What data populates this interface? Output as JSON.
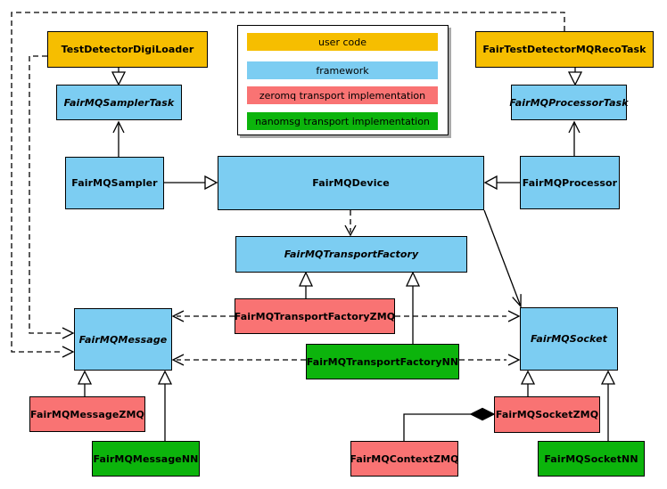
{
  "palette": {
    "user_code": "#F6BE00",
    "framework": "#7CCDF2",
    "zeromq": "#F97373",
    "nanomsg": "#0CB40C"
  },
  "legend": {
    "items": [
      {
        "label": "user code",
        "colorKey": "user_code"
      },
      {
        "label": "framework",
        "colorKey": "framework"
      },
      {
        "label": "zeromq transport implementation",
        "colorKey": "zeromq"
      },
      {
        "label": "nanomsg transport implementation",
        "colorKey": "nanomsg"
      }
    ]
  },
  "nodes": {
    "testDetectorDigiLoader": {
      "label": "TestDetectorDigiLoader",
      "category": "user_code"
    },
    "fairTestDetectorMQRecoTask": {
      "label": "FairTestDetectorMQRecoTask",
      "category": "user_code"
    },
    "fairMQSamplerTask": {
      "label": "FairMQSamplerTask",
      "category": "framework",
      "abstract": true
    },
    "fairMQProcessorTask": {
      "label": "FairMQProcessorTask",
      "category": "framework",
      "abstract": true
    },
    "fairMQSampler": {
      "label": "FairMQSampler",
      "category": "framework"
    },
    "fairMQDevice": {
      "label": "FairMQDevice",
      "category": "framework"
    },
    "fairMQProcessor": {
      "label": "FairMQProcessor",
      "category": "framework"
    },
    "fairMQTransportFactory": {
      "label": "FairMQTransportFactory",
      "category": "framework",
      "abstract": true
    },
    "fairMQTransportFactoryZMQ": {
      "label": "FairMQTransportFactoryZMQ",
      "category": "zeromq"
    },
    "fairMQTransportFactoryNN": {
      "label": "FairMQTransportFactoryNN",
      "category": "nanomsg"
    },
    "fairMQMessage": {
      "label": "FairMQMessage",
      "category": "framework",
      "abstract": true
    },
    "fairMQSocket": {
      "label": "FairMQSocket",
      "category": "framework",
      "abstract": true
    },
    "fairMQMessageZMQ": {
      "label": "FairMQMessageZMQ",
      "category": "zeromq"
    },
    "fairMQMessageNN": {
      "label": "FairMQMessageNN",
      "category": "nanomsg"
    },
    "fairMQSocketZMQ": {
      "label": "FairMQSocketZMQ",
      "category": "zeromq"
    },
    "fairMQContextZMQ": {
      "label": "FairMQContextZMQ",
      "category": "zeromq"
    },
    "fairMQSocketNN": {
      "label": "FairMQSocketNN",
      "category": "nanomsg"
    }
  },
  "edges": [
    {
      "from": "TestDetectorDigiLoader",
      "to": "FairMQSamplerTask",
      "type": "inheritance"
    },
    {
      "from": "FairTestDetectorMQRecoTask",
      "to": "FairMQProcessorTask",
      "type": "inheritance"
    },
    {
      "from": "FairMQSampler",
      "to": "FairMQSamplerTask",
      "type": "association"
    },
    {
      "from": "FairMQProcessor",
      "to": "FairMQProcessorTask",
      "type": "association"
    },
    {
      "from": "FairMQSampler",
      "to": "FairMQDevice",
      "type": "inheritance"
    },
    {
      "from": "FairMQProcessor",
      "to": "FairMQDevice",
      "type": "inheritance"
    },
    {
      "from": "FairMQDevice",
      "to": "FairMQTransportFactory",
      "type": "dependency"
    },
    {
      "from": "FairMQDevice",
      "to": "FairMQSocket",
      "type": "association"
    },
    {
      "from": "FairMQTransportFactoryZMQ",
      "to": "FairMQTransportFactory",
      "type": "inheritance"
    },
    {
      "from": "FairMQTransportFactoryNN",
      "to": "FairMQTransportFactory",
      "type": "inheritance"
    },
    {
      "from": "FairMQTransportFactoryZMQ",
      "to": "FairMQMessage",
      "type": "dependency"
    },
    {
      "from": "FairMQTransportFactoryZMQ",
      "to": "FairMQSocket",
      "type": "dependency"
    },
    {
      "from": "FairMQTransportFactoryNN",
      "to": "FairMQMessage",
      "type": "dependency"
    },
    {
      "from": "FairMQTransportFactoryNN",
      "to": "FairMQSocket",
      "type": "dependency"
    },
    {
      "from": "TestDetectorDigiLoader",
      "to": "FairMQMessage",
      "type": "dependency"
    },
    {
      "from": "FairTestDetectorMQRecoTask",
      "to": "FairMQMessage",
      "type": "dependency"
    },
    {
      "from": "FairMQMessageZMQ",
      "to": "FairMQMessage",
      "type": "inheritance"
    },
    {
      "from": "FairMQMessageNN",
      "to": "FairMQMessage",
      "type": "inheritance"
    },
    {
      "from": "FairMQSocketZMQ",
      "to": "FairMQSocket",
      "type": "inheritance"
    },
    {
      "from": "FairMQSocketNN",
      "to": "FairMQSocket",
      "type": "inheritance"
    },
    {
      "from": "FairMQContextZMQ",
      "to": "FairMQSocketZMQ",
      "type": "composition"
    }
  ]
}
